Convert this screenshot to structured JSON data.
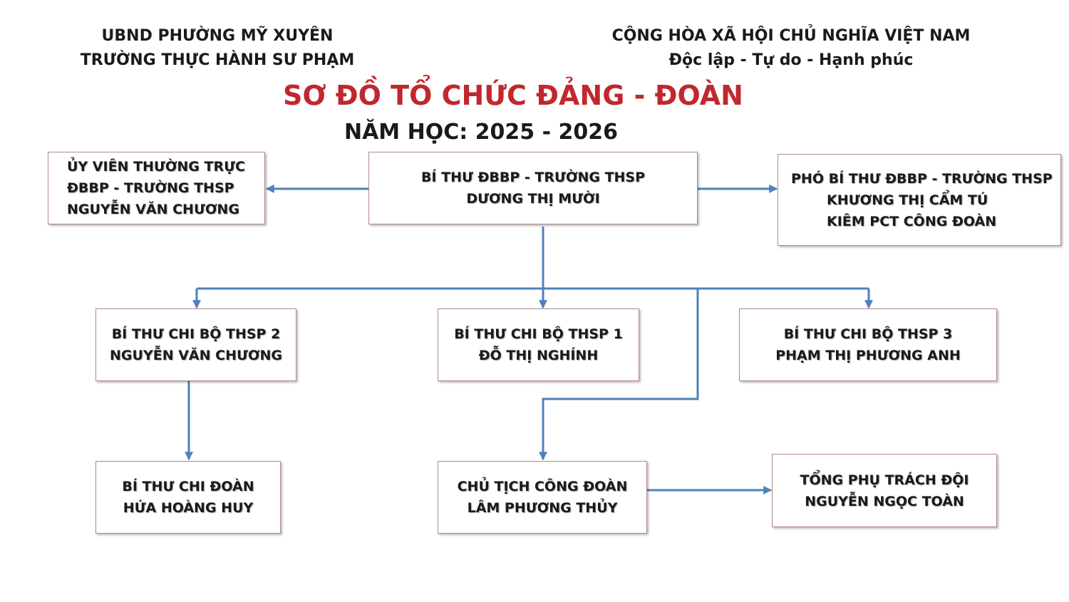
{
  "header": {
    "left_line1": "UBND PHƯỜNG MỸ XUYÊN",
    "left_line2": "TRƯỜNG THỰC HÀNH SƯ PHẠM",
    "right_line1": "CỘNG HÒA XÃ HỘI CHỦ NGHĨA VIỆT NAM",
    "right_line2": "Độc lập - Tự do - Hạnh phúc"
  },
  "title": "SƠ ĐỒ TỔ CHỨC ĐẢNG - ĐOÀN",
  "subtitle": "NĂM HỌC: 2025 - 2026",
  "colors": {
    "title": "#c0282d",
    "connector": "#4f81bd",
    "box_border": "#b28a8a"
  },
  "nodes": {
    "secretary": {
      "line1": "BÍ THƯ ĐBBP - TRƯỜNG THSP",
      "line2": "DƯƠNG THỊ MƯỜI"
    },
    "standing_member": {
      "line1": "ỦY VIÊN THƯỜNG TRỰC",
      "line2": "ĐBBP - TRƯỜNG THSP",
      "line3": "NGUYỄN VĂN CHƯƠNG"
    },
    "deputy_secretary": {
      "line1": "PHÓ BÍ THƯ ĐBBP - TRƯỜNG THSP",
      "line2": "KHƯƠNG THỊ CẨM TÚ",
      "line3": "KIÊM PCT CÔNG ĐOÀN"
    },
    "branch2": {
      "line1": "BÍ THƯ CHI BỘ THSP 2",
      "line2": "NGUYỄN VĂN CHƯƠNG"
    },
    "branch1": {
      "line1": "BÍ THƯ CHI BỘ THSP 1",
      "line2": "ĐỖ THỊ NGHÍNH"
    },
    "branch3": {
      "line1": "BÍ THƯ CHI BỘ THSP 3",
      "line2": "PHẠM THỊ PHƯƠNG ANH"
    },
    "youth_union": {
      "line1": "BÍ THƯ CHI ĐOÀN",
      "line2": "HỨA HOÀNG HUY"
    },
    "trade_union": {
      "line1": "CHỦ TỊCH CÔNG ĐOÀN",
      "line2": "LÂM PHƯƠNG THỦY"
    },
    "pioneer": {
      "line1": "TỔNG PHỤ TRÁCH ĐỘI",
      "line2": "NGUYỄN NGỌC TOÀN"
    }
  }
}
